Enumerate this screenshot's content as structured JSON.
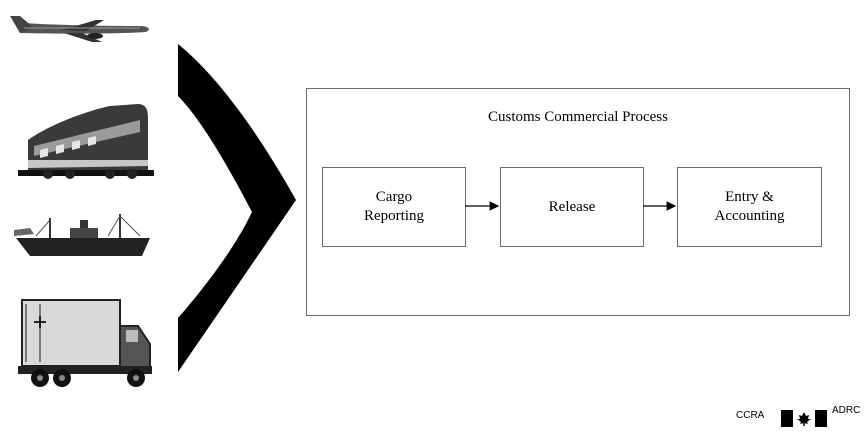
{
  "diagram": {
    "title": "Customs Commercial Process",
    "steps": [
      {
        "label": "Cargo\nReporting"
      },
      {
        "label": "Release"
      },
      {
        "label": "Entry &\nAccounting"
      }
    ]
  },
  "transport_icons": [
    "airplane-icon",
    "train-icon",
    "ship-icon",
    "truck-icon"
  ],
  "footer": {
    "left_acronym": "CCRA",
    "right_acronym": "ADRC"
  },
  "colors": {
    "arrow": "#000000",
    "frame_border": "#6b6b6b",
    "background": "#ffffff"
  }
}
